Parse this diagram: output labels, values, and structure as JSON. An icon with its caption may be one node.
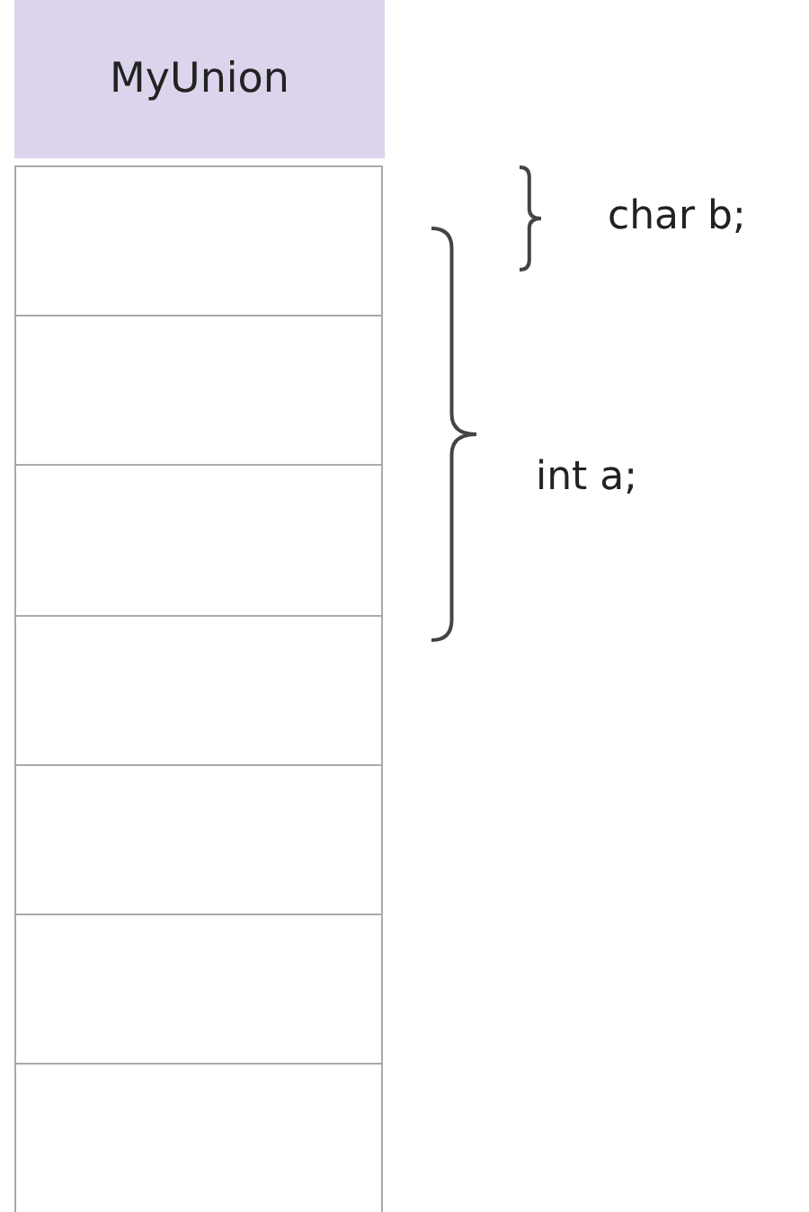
{
  "diagram": {
    "nodes": [
      {
        "text": [
          "MyUnion"
        ]
      },
      {
        "text": [],
        "shape": "box"
      },
      {
        "text": [],
        "shape": "box"
      },
      {
        "text": [],
        "shape": "box"
      },
      {
        "text": [],
        "shape": "box"
      },
      {
        "text": [],
        "shape": "box"
      },
      {
        "text": [],
        "shape": "box"
      },
      {
        "text": [],
        "shape": "box"
      }
    ],
    "labels": [
      "char b;",
      "int a;"
    ]
  }
}
